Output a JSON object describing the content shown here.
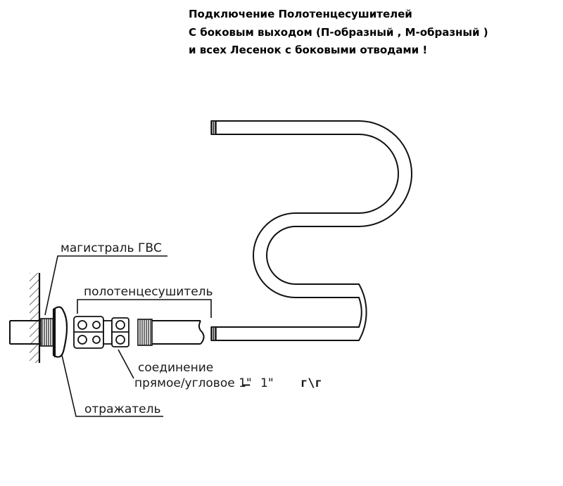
{
  "title": {
    "line1": "Подключение Полотенцесушителей",
    "line2": "С боковым выходом (П-образный , М-образный )",
    "line3": "и всех Лесенок с боковыми отводами !"
  },
  "labels": {
    "main_line": "магистраль ГВС",
    "towel_dryer": "полотенцесушитель",
    "connection_1": "соединение",
    "connection_2": "прямое/угловое 1\"",
    "connection_dash": "–",
    "connection_3": "1\"",
    "connection_type": "г\\г",
    "reflector": "отражатель"
  }
}
